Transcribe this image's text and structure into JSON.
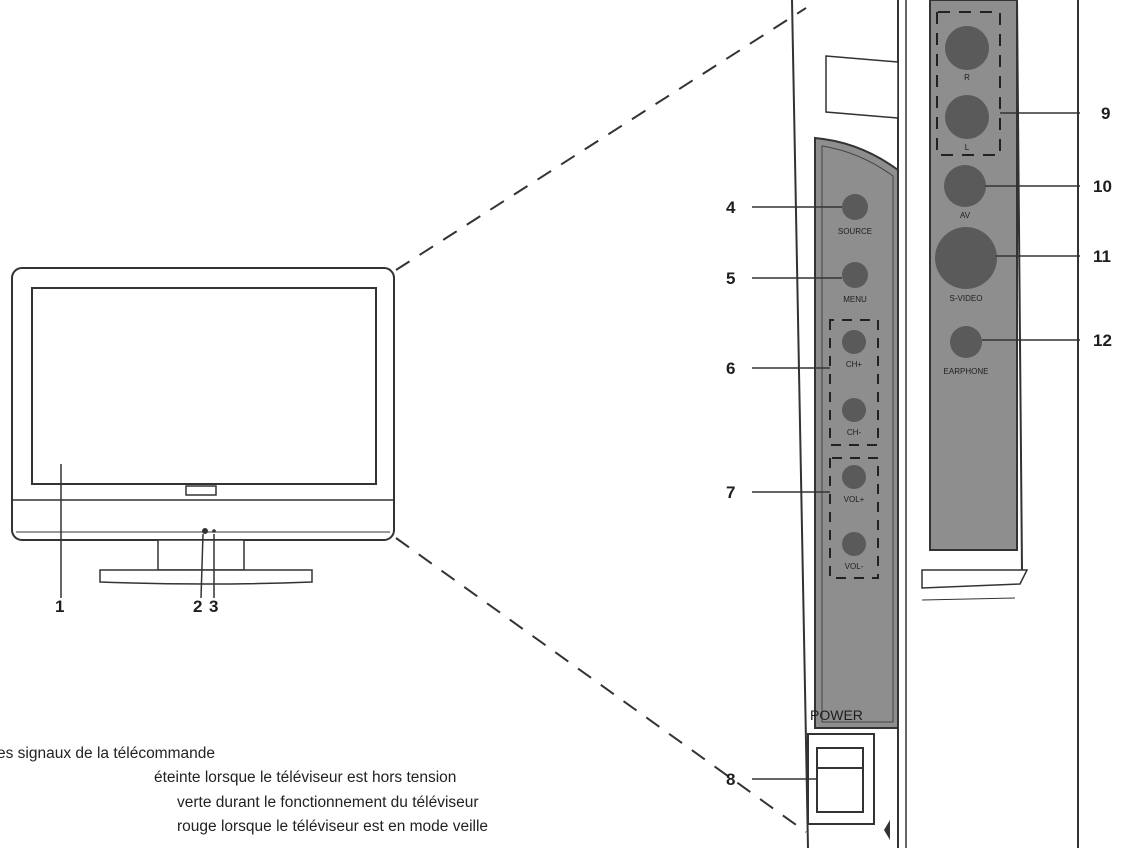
{
  "callouts": {
    "n1": "1",
    "n2": "2",
    "n3": "3",
    "n4": "4",
    "n5": "5",
    "n6": "6",
    "n7": "7",
    "n8": "8",
    "n9": "9",
    "n10": "10",
    "n11": "11",
    "n12": "12"
  },
  "buttons": {
    "source": "SOURCE",
    "menu": "MENU",
    "ch_plus": "CH+",
    "ch_minus": "CH-",
    "vol_plus": "VOL+",
    "vol_minus": "VOL-",
    "power": "POWER"
  },
  "jacks": {
    "r": "R",
    "l": "L",
    "av": "AV",
    "svideo": "S-VIDEO",
    "earphone": "EARPHONE"
  },
  "captions": {
    "line1": "es signaux de la télécommande",
    "line2": "éteinte lorsque le téléviseur est hors tension",
    "line3": "verte durant le fonctionnement du téléviseur",
    "line4": "rouge lorsque le téléviseur est en mode veille"
  },
  "colors": {
    "panel": "#8e8e8e",
    "button": "#5a5a5a",
    "ink": "#1e1e1e"
  }
}
